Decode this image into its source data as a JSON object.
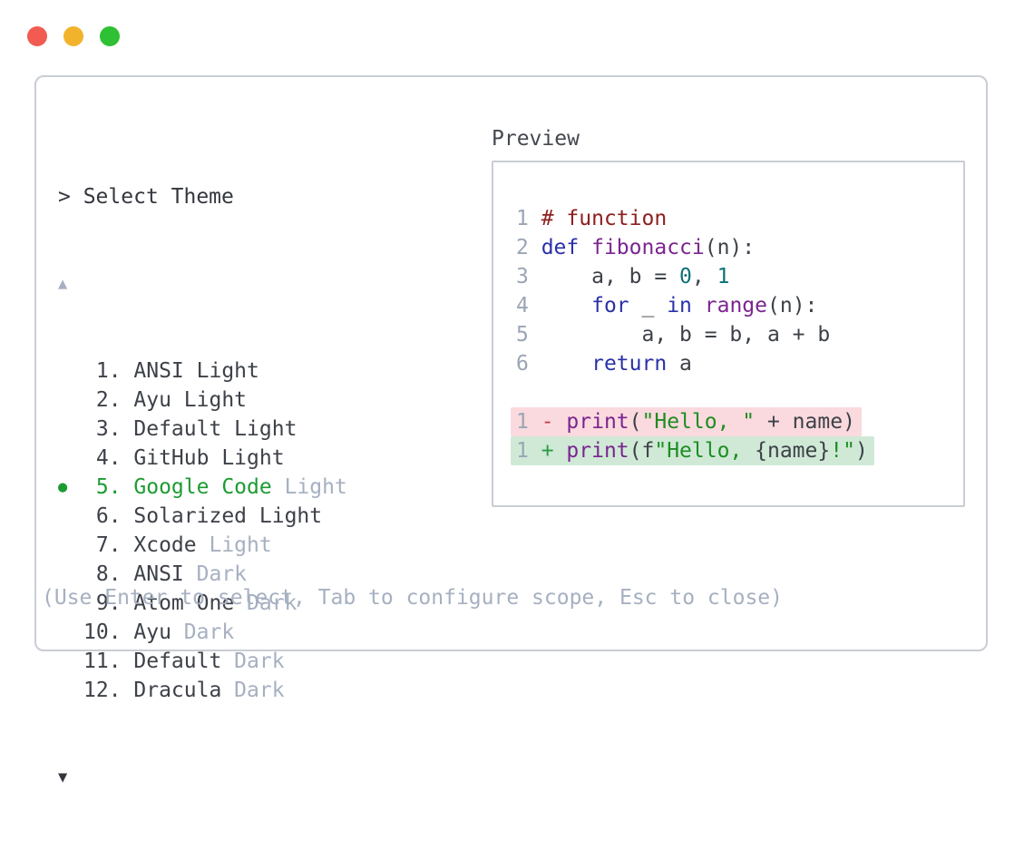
{
  "window": {
    "traffic_lights": [
      {
        "name": "close-button",
        "color": "#f15b51"
      },
      {
        "name": "minimize-button",
        "color": "#f2b32c"
      },
      {
        "name": "zoom-button",
        "color": "#2fc133"
      }
    ]
  },
  "theme_picker": {
    "prompt_symbol": "> ",
    "title": "Select Theme",
    "scroll_up_symbol": "▲",
    "scroll_down_symbol": "▼",
    "selected_marker": "●",
    "selected_color": "#1d9b33",
    "muted_color": "#a6b0c1",
    "items": [
      {
        "number": " 1.",
        "name": "ANSI",
        "variant": "Light",
        "muted_variant": false,
        "selected": false
      },
      {
        "number": " 2.",
        "name": "Ayu",
        "variant": "Light",
        "muted_variant": false,
        "selected": false
      },
      {
        "number": " 3.",
        "name": "Default",
        "variant": "Light",
        "muted_variant": false,
        "selected": false
      },
      {
        "number": " 4.",
        "name": "GitHub",
        "variant": "Light",
        "muted_variant": false,
        "selected": false
      },
      {
        "number": " 5.",
        "name": "Google Code",
        "variant": "Light",
        "muted_variant": true,
        "selected": true
      },
      {
        "number": " 6.",
        "name": "Solarized",
        "variant": "Light",
        "muted_variant": false,
        "selected": false
      },
      {
        "number": " 7.",
        "name": "Xcode",
        "variant": "Light",
        "muted_variant": true,
        "selected": false
      },
      {
        "number": " 8.",
        "name": "ANSI",
        "variant": "Dark",
        "muted_variant": true,
        "selected": false
      },
      {
        "number": " 9.",
        "name": "Atom One",
        "variant": "Dark",
        "muted_variant": true,
        "selected": false
      },
      {
        "number": "10.",
        "name": "Ayu",
        "variant": "Dark",
        "muted_variant": true,
        "selected": false
      },
      {
        "number": "11.",
        "name": "Default",
        "variant": "Dark",
        "muted_variant": true,
        "selected": false
      },
      {
        "number": "12.",
        "name": "Dracula",
        "variant": "Dark",
        "muted_variant": true,
        "selected": false
      }
    ],
    "hint": "(Use Enter to select, Tab to configure scope, Esc to close)"
  },
  "preview": {
    "title": "Preview",
    "syntax_colors": {
      "comment": "#8e2020",
      "keyword": "#2a31a8",
      "function": "#7b2490",
      "number": "#0c7178",
      "string": "#1e8d22",
      "plain": "#3d4148",
      "line_number": "#9aa5b5",
      "diff_removed_bg": "#fadade",
      "diff_added_bg": "#cfe9d6",
      "diff_minus": "#c7414e",
      "diff_plus": "#2b9a44"
    },
    "code_lines": [
      {
        "num": "1",
        "tokens": [
          {
            "t": "# function",
            "c": "comment"
          }
        ]
      },
      {
        "num": "2",
        "tokens": [
          {
            "t": "def",
            "c": "keyword"
          },
          {
            "t": " ",
            "c": "plain"
          },
          {
            "t": "fibonacci",
            "c": "title"
          },
          {
            "t": "(n):",
            "c": "plain"
          }
        ]
      },
      {
        "num": "3",
        "tokens": [
          {
            "t": "    a, b = ",
            "c": "plain"
          },
          {
            "t": "0",
            "c": "number"
          },
          {
            "t": ", ",
            "c": "plain"
          },
          {
            "t": "1",
            "c": "number"
          }
        ]
      },
      {
        "num": "4",
        "tokens": [
          {
            "t": "    ",
            "c": "plain"
          },
          {
            "t": "for",
            "c": "keyword"
          },
          {
            "t": " _ ",
            "c": "plain"
          },
          {
            "t": "in",
            "c": "keyword"
          },
          {
            "t": " ",
            "c": "plain"
          },
          {
            "t": "range",
            "c": "title"
          },
          {
            "t": "(n):",
            "c": "plain"
          }
        ]
      },
      {
        "num": "5",
        "tokens": [
          {
            "t": "        a, b = b, a + b",
            "c": "plain"
          }
        ]
      },
      {
        "num": "6",
        "tokens": [
          {
            "t": "    ",
            "c": "plain"
          },
          {
            "t": "return",
            "c": "keyword"
          },
          {
            "t": " a",
            "c": "plain"
          }
        ]
      }
    ],
    "diff_lines": [
      {
        "num": "1",
        "kind": "removed",
        "tokens": [
          {
            "t": "- ",
            "c": "minus"
          },
          {
            "t": "print",
            "c": "title"
          },
          {
            "t": "(",
            "c": "plain"
          },
          {
            "t": "\"Hello, \"",
            "c": "string"
          },
          {
            "t": " + name)",
            "c": "plain"
          }
        ]
      },
      {
        "num": "1",
        "kind": "added",
        "tokens": [
          {
            "t": "+ ",
            "c": "plus"
          },
          {
            "t": "print",
            "c": "title"
          },
          {
            "t": "(f",
            "c": "plain"
          },
          {
            "t": "\"Hello, ",
            "c": "string"
          },
          {
            "t": "{name}",
            "c": "plain"
          },
          {
            "t": "!\"",
            "c": "string"
          },
          {
            "t": ")",
            "c": "plain"
          }
        ]
      }
    ]
  }
}
